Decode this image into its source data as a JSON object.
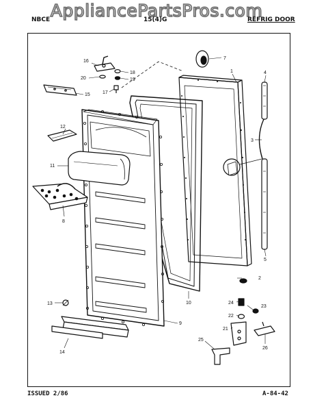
{
  "watermark": "AppliancePartsPros.com",
  "header": {
    "left": "NBCE",
    "center": "15(4)G",
    "right": "REFRIG DOOR"
  },
  "footer": {
    "issued": "ISSUED 2/86",
    "code": "A-84-42"
  },
  "callouts": [
    "1",
    "2",
    "3",
    "3",
    "4",
    "5",
    "7",
    "8",
    "9",
    "10",
    "11",
    "12",
    "13",
    "14",
    "15",
    "16",
    "17",
    "18",
    "19",
    "20",
    "21",
    "22",
    "23",
    "24",
    "25",
    "26"
  ]
}
